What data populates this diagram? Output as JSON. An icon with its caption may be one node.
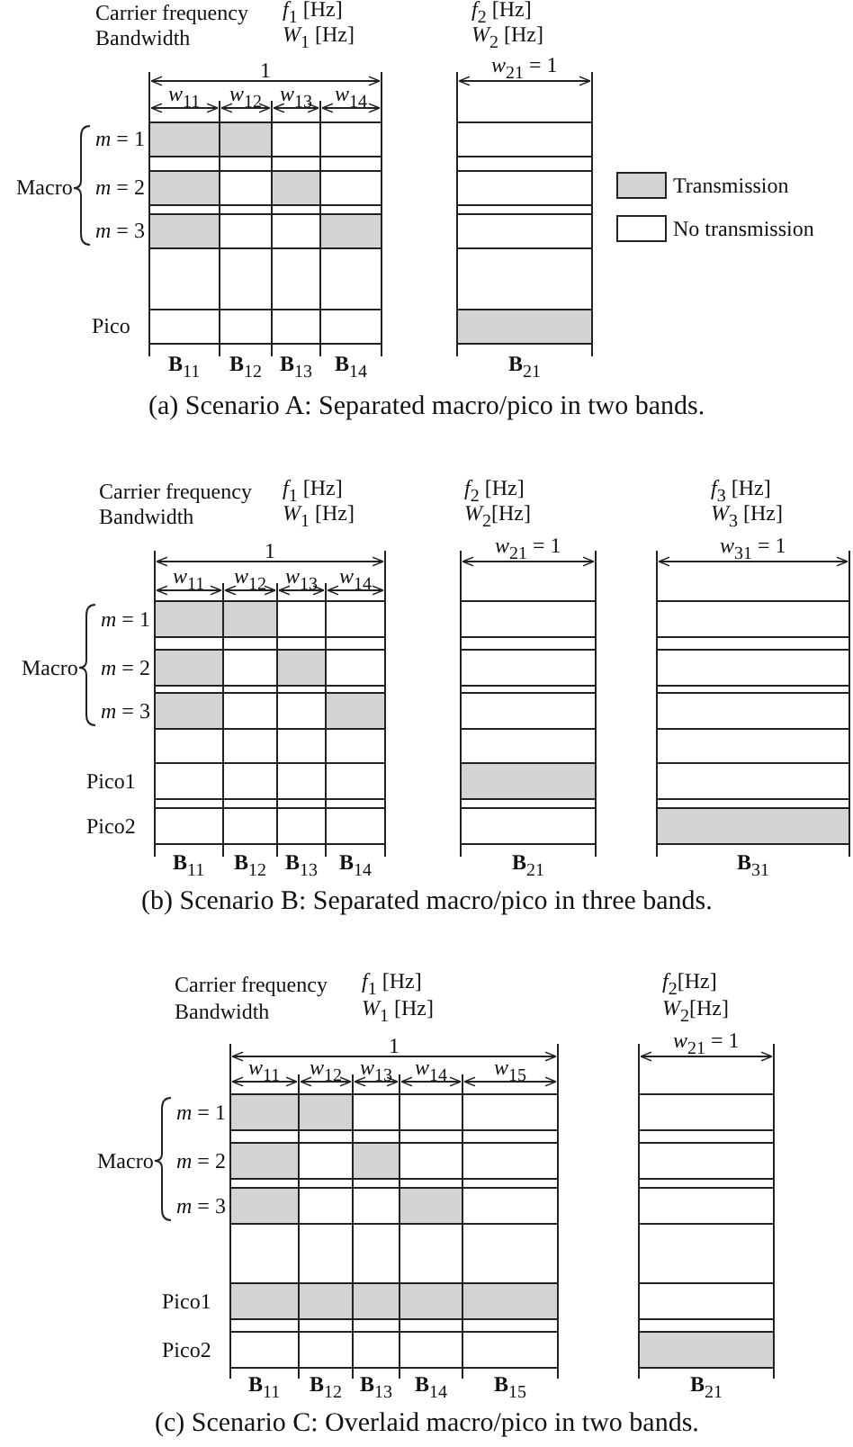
{
  "diagram": {
    "labels": [
      "Carrier frequency",
      "*f*$_{1}$ [Hz]",
      "*f*$_{2}$ [Hz]",
      "Bandwidth",
      "*W*$_{1}$ [Hz]",
      "*W*$_{2}$ [Hz]",
      "1",
      "*w*$_{21}$ = 1",
      "*w*$_{11}$",
      "*w*$_{12}$",
      "*w*$_{13}$",
      "*w*$_{14}$",
      "*m* = 1",
      "Macro",
      "*m* = 2",
      "*m* = 3",
      "Pico",
      "**B**$_{11}$",
      "**B**$_{12}$",
      "**B**$_{13}$",
      "**B**$_{14}$",
      "**B**$_{21}$",
      "(a) Scenario A: Separated macro/pico in two bands.",
      "Carrier frequency",
      "*f*$_{1}$ [Hz]",
      "*f*$_{2}$ [Hz]",
      "*f*$_{3}$ [Hz]",
      "Bandwidth",
      "*W*$_{1}$ [Hz]",
      "*W*$_{2}$[Hz]",
      "*W*$_{3}$ [Hz]",
      "1",
      "*w*$_{21}$ = 1",
      "*w*$_{31}$ = 1",
      "*w*$_{11}$",
      "*w*$_{12}$",
      "*w*$_{13}$",
      "*w*$_{14}$",
      "*m* = 1",
      "Macro",
      "*m* = 2",
      "*m* = 3",
      "Pico1",
      "Pico2",
      "**B**$_{11}$",
      "**B**$_{12}$",
      "**B**$_{13}$",
      "**B**$_{14}$",
      "**B**$_{21}$",
      "**B**$_{31}$",
      "(b) Scenario B: Separated macro/pico in three bands.",
      "Carrier frequency",
      "*f*$_{1}$ [Hz]",
      "*f*$_{2}$[Hz]",
      "Bandwidth",
      "*W*$_{1}$ [Hz]",
      "*W*$_{2}$[Hz]",
      "1",
      "*w*$_{21}$ = 1",
      "*w*$_{11}$",
      "*w*$_{12}$",
      "*w*$_{13}$",
      "*w*$_{14}$",
      "*w*$_{15}$",
      "*m* = 1",
      "Macro",
      "*m* = 2",
      "*m* = 3",
      "Pico1",
      "Pico2",
      "**B**$_{11}$",
      "**B**$_{12}$",
      "**B**$_{13}$",
      "**B**$_{14}$",
      "**B**$_{15}$",
      "**B**$_{21}$",
      "(c) Scenario C: Overlaid macro/pico in two bands."
    ],
    "legend": [
      {
        "text": "Transmission",
        "color": "#d3d3d3"
      },
      {
        "text": "No transmission",
        "color": "#ffffff"
      }
    ]
  }
}
